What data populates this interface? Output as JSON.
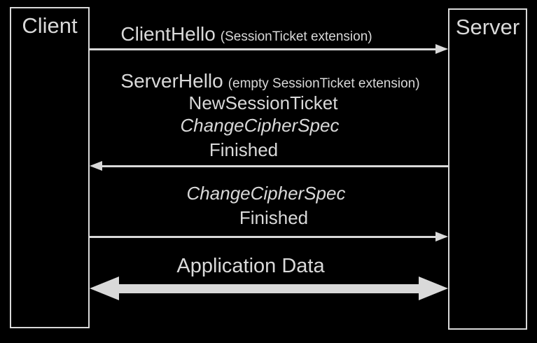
{
  "colors": {
    "background": "#000000",
    "foreground": "#d9d9d9"
  },
  "actors": {
    "client": "Client",
    "server": "Server"
  },
  "flows": {
    "client_hello": {
      "main": "ClientHello",
      "note": "(SessionTicket extension)",
      "direction": "client-to-server"
    },
    "server_flight": {
      "server_hello_main": "ServerHello",
      "server_hello_note": "(empty SessionTicket extension)",
      "new_session_ticket": "NewSessionTicket",
      "change_cipher_spec": "ChangeCipherSpec",
      "finished": "Finished",
      "direction": "server-to-client"
    },
    "client_flight": {
      "change_cipher_spec": "ChangeCipherSpec",
      "finished": "Finished",
      "direction": "client-to-server"
    },
    "application_data": {
      "label": "Application Data",
      "direction": "bidirectional"
    }
  }
}
